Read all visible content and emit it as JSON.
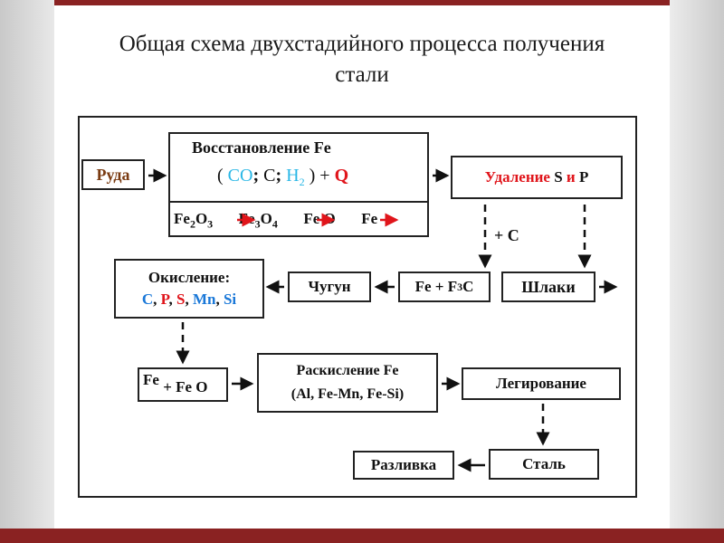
{
  "title_line1": "Общая схема двухстадийного процесса получения",
  "title_line2": "стали",
  "ruda": "Руда",
  "vosst": {
    "head": "Восстановление Fe",
    "agents": {
      "open": "(",
      "co": "CO",
      "sep1": ";",
      "c": "C",
      "sep2": ";",
      "h": "H",
      "h2": "2",
      "close": ")",
      "plus": "+",
      "q": "Q"
    },
    "chain": {
      "fe2": "Fe",
      "sub2": "2",
      "o3": "O",
      "sub3": "3",
      "fe3": "Fe",
      "sub3b": "3",
      "o4": "O",
      "sub4": "4",
      "feo": "Fe O",
      "fe": "Fe"
    }
  },
  "udalenie": {
    "text": "Удаление",
    "s": "S",
    "i": "и",
    "p": "P"
  },
  "plus_c": "+ C",
  "fe_f3c": {
    "fe": "Fe + F",
    "sub": "3",
    "c": "C"
  },
  "chugun": "Чугун",
  "shlaki": "Шлаки",
  "okislenie": {
    "head": "Окисление:",
    "c": "C",
    "p": "P",
    "s": "S",
    "mn": "Mn",
    "si": "Si",
    "comma": ","
  },
  "fe_feo": {
    "fe": "Fe",
    "plus": "+ Fe O"
  },
  "raskislenie": {
    "head": "Раскисление Fe",
    "list": "(Al, Fe-Mn, Fe-Si)"
  },
  "legirovanie": "Легирование",
  "stal": "Сталь",
  "razlivka": "Разливка"
}
